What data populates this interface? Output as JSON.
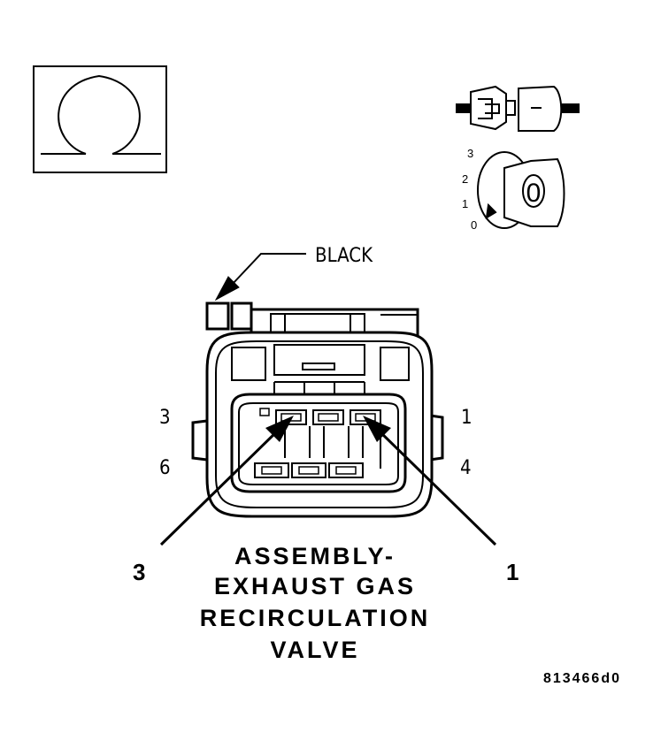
{
  "colors": {
    "ink": "#000000",
    "paper": "#ffffff",
    "shade": "#f2f2f2"
  },
  "meter": {
    "icon": "ohm-symbol-icon"
  },
  "ignition": {
    "connector_icon": "disconnected-connector-icon",
    "key_icon": "ignition-key-icon",
    "positions": [
      "3",
      "2",
      "1",
      "0"
    ],
    "key_label": "0"
  },
  "connector": {
    "color_label": "BLACK",
    "cavity_top_left": "3",
    "cavity_bottom_left": "6",
    "cavity_top_right": "1",
    "cavity_bottom_right": "4"
  },
  "callouts": {
    "left": "3",
    "right": "1"
  },
  "component_name": {
    "line1": "ASSEMBLY-",
    "line2": "EXHAUST GAS",
    "line3": "RECIRCULATION",
    "line4": "VALVE"
  },
  "figure_id": "813466d0"
}
